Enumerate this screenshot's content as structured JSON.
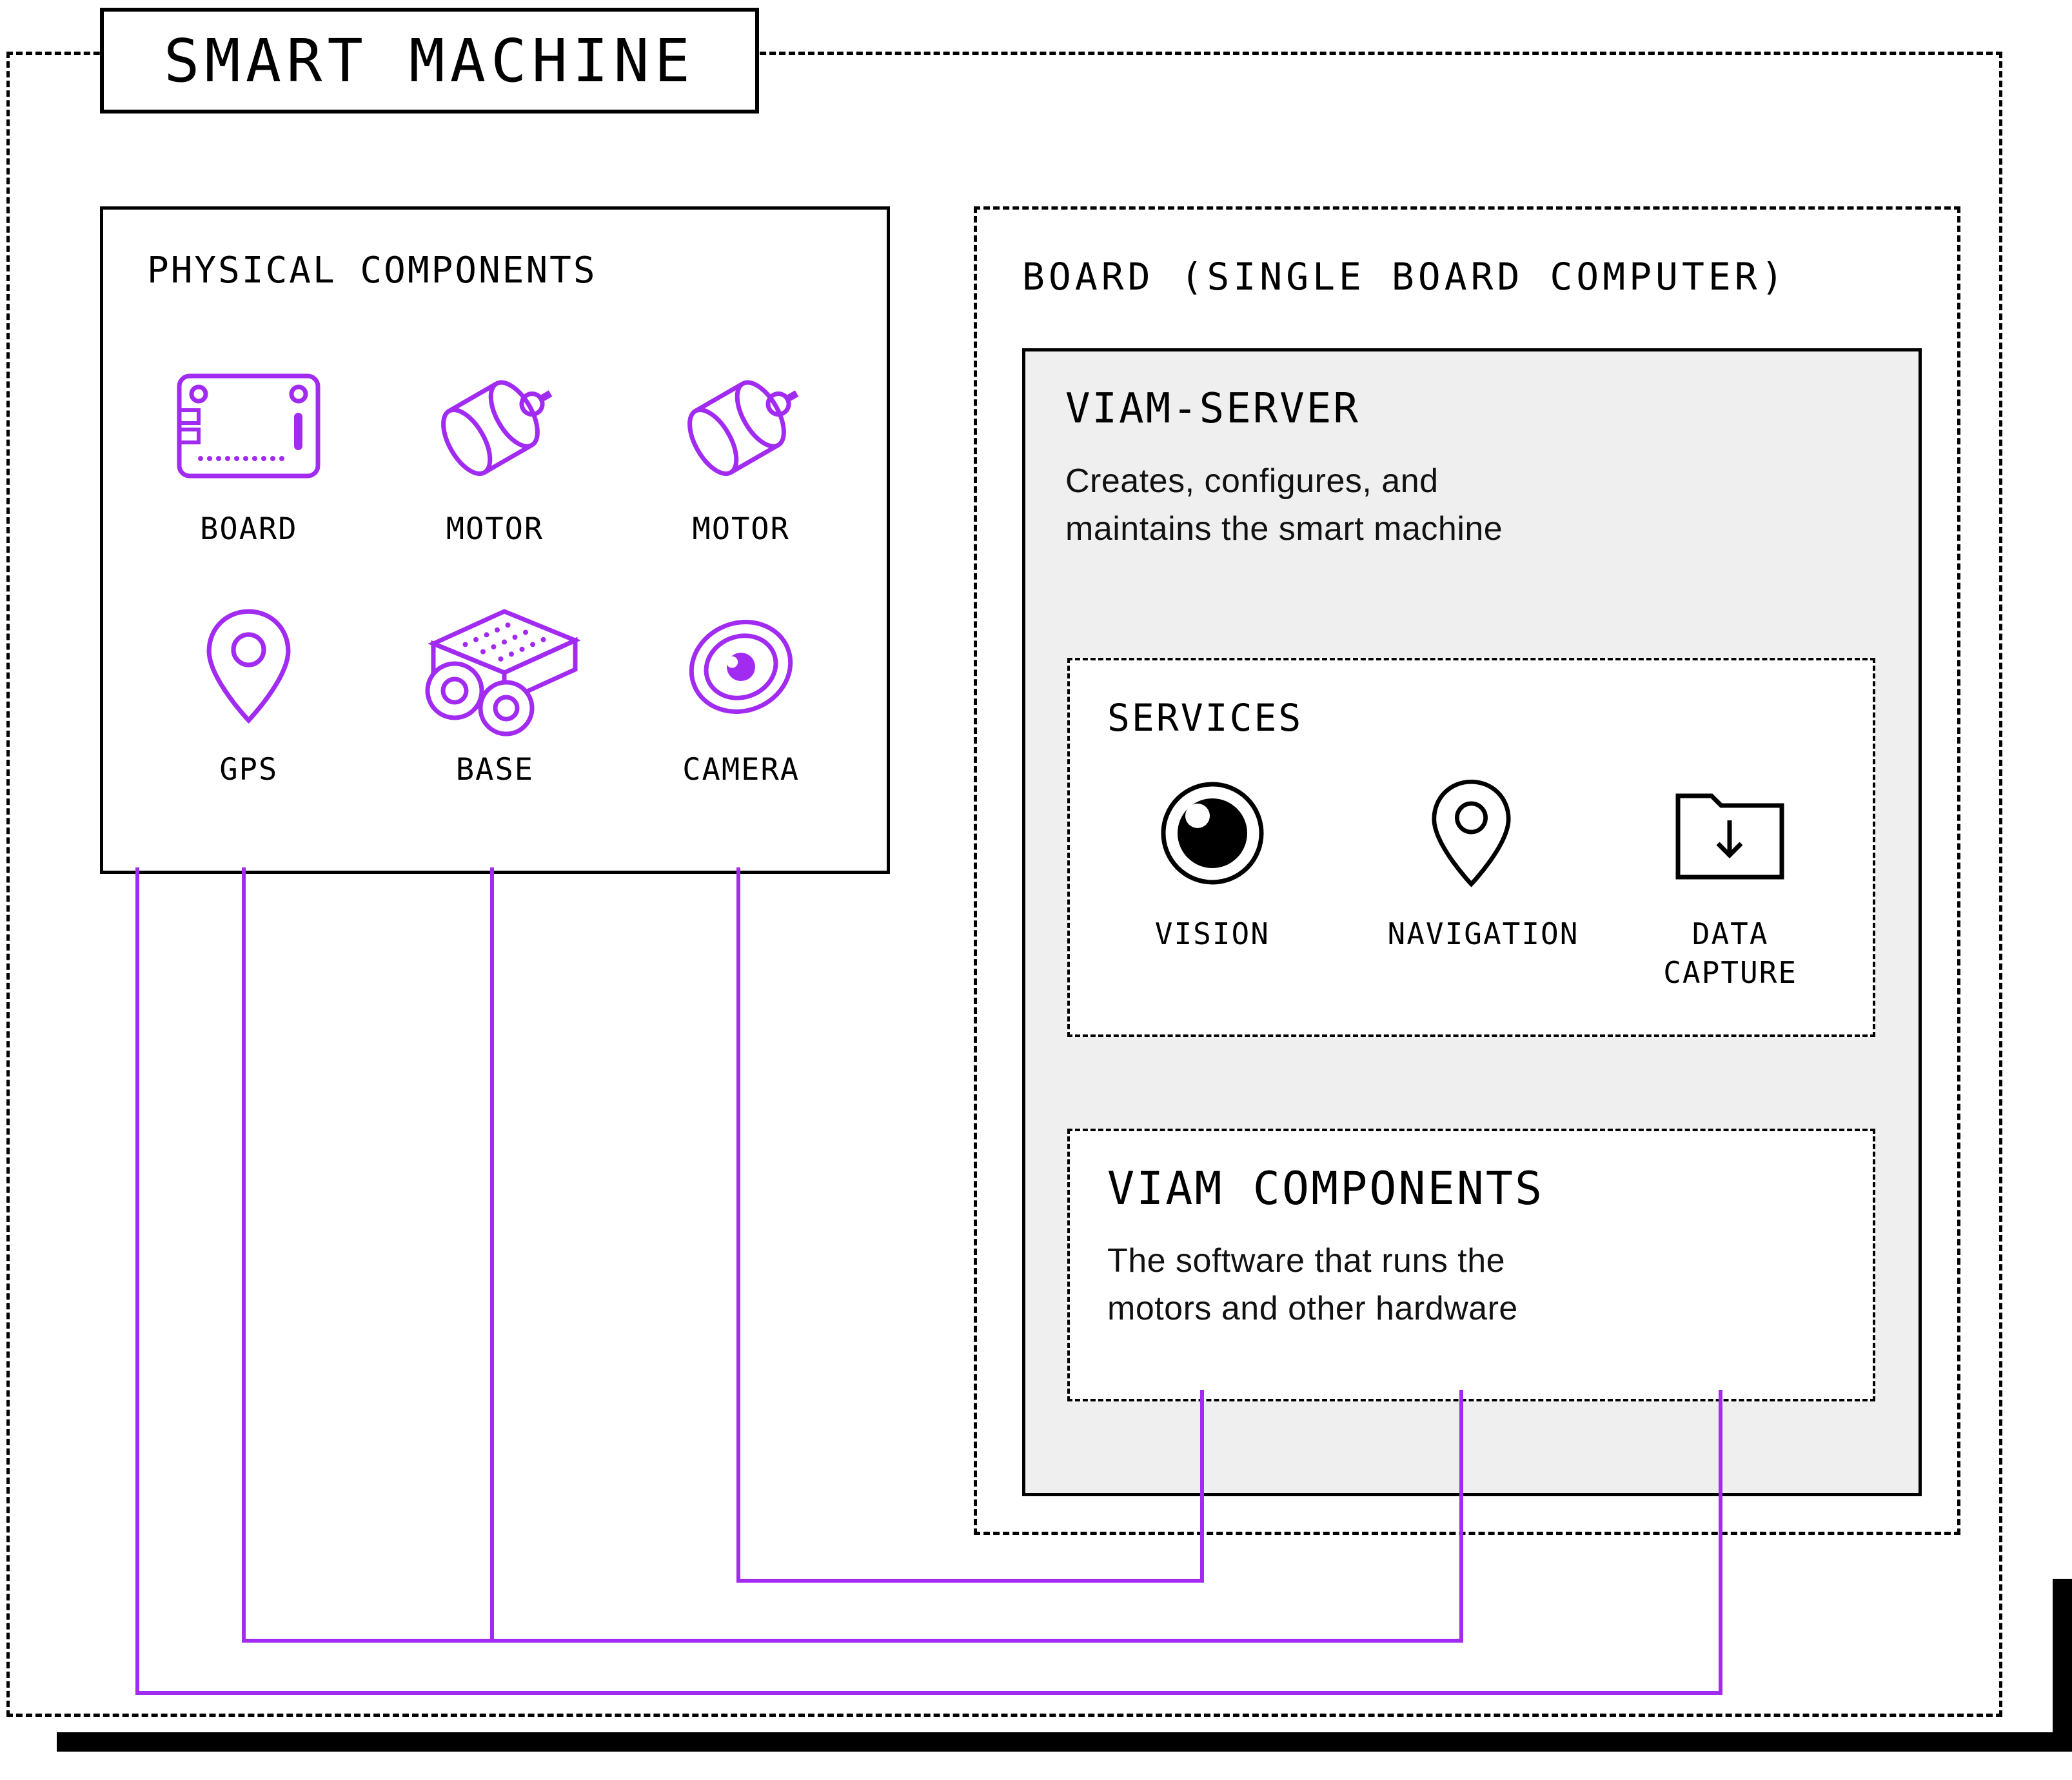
{
  "title": "SMART MACHINE",
  "colors": {
    "accent": "#A22BF2",
    "ink": "#000000",
    "server_bg": "#EFEFEF"
  },
  "physical": {
    "title": "PHYSICAL COMPONENTS",
    "items": [
      {
        "label": "BOARD",
        "icon": "circuit-board-icon"
      },
      {
        "label": "MOTOR",
        "icon": "motor-icon"
      },
      {
        "label": "MOTOR",
        "icon": "motor-icon"
      },
      {
        "label": "GPS",
        "icon": "gps-pin-icon"
      },
      {
        "label": "BASE",
        "icon": "rover-base-icon"
      },
      {
        "label": "CAMERA",
        "icon": "camera-lens-icon"
      }
    ]
  },
  "board": {
    "title": "BOARD (SINGLE BOARD COMPUTER)",
    "viam_server": {
      "title": "VIAM-SERVER",
      "description": "Creates, configures, and maintains the smart machine"
    },
    "services": {
      "title": "SERVICES",
      "items": [
        {
          "label": "VISION",
          "icon": "vision-eye-icon"
        },
        {
          "label": "NAVIGATION",
          "icon": "navigation-pin-icon"
        },
        {
          "label": "DATA CAPTURE",
          "icon": "data-capture-folder-icon"
        }
      ]
    },
    "viam_components": {
      "title": "VIAM COMPONENTS",
      "description": "The software that runs the motors and other hardware"
    }
  }
}
